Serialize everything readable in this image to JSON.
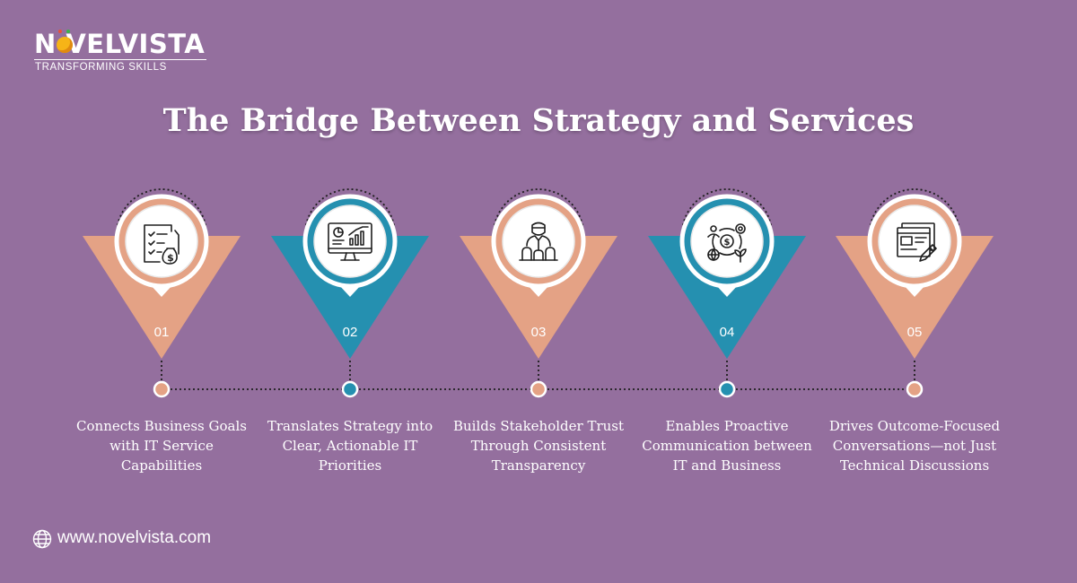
{
  "brand": {
    "logo_text": "N  VELVISTA",
    "tagline": "TRANSFORMING SKILLS"
  },
  "title": "The Bridge Between Strategy and Services",
  "colors": {
    "background": "#946f9e",
    "peach": "#e4a285",
    "teal": "#2590b0"
  },
  "steps": [
    {
      "number": "01",
      "text": "Connects Business Goals with IT Service Capabilities",
      "icon": "document-checklist-money-icon",
      "color": "peach"
    },
    {
      "number": "02",
      "text": "Translates Strategy into Clear, Actionable IT Priorities",
      "icon": "analytics-monitor-icon",
      "color": "teal"
    },
    {
      "number": "03",
      "text": "Builds Stakeholder Trust Through Consistent Transparency",
      "icon": "stakeholder-team-icon",
      "color": "peach"
    },
    {
      "number": "04",
      "text": "Enables Proactive Communication between IT and Business",
      "icon": "business-cycle-icon",
      "color": "teal"
    },
    {
      "number": "05",
      "text": "Drives Outcome-Focused Conversations—not Just Technical Discussions",
      "icon": "document-pen-icon",
      "color": "peach"
    }
  ],
  "footer": {
    "url": "www.novelvista.com",
    "icon": "globe-icon"
  }
}
